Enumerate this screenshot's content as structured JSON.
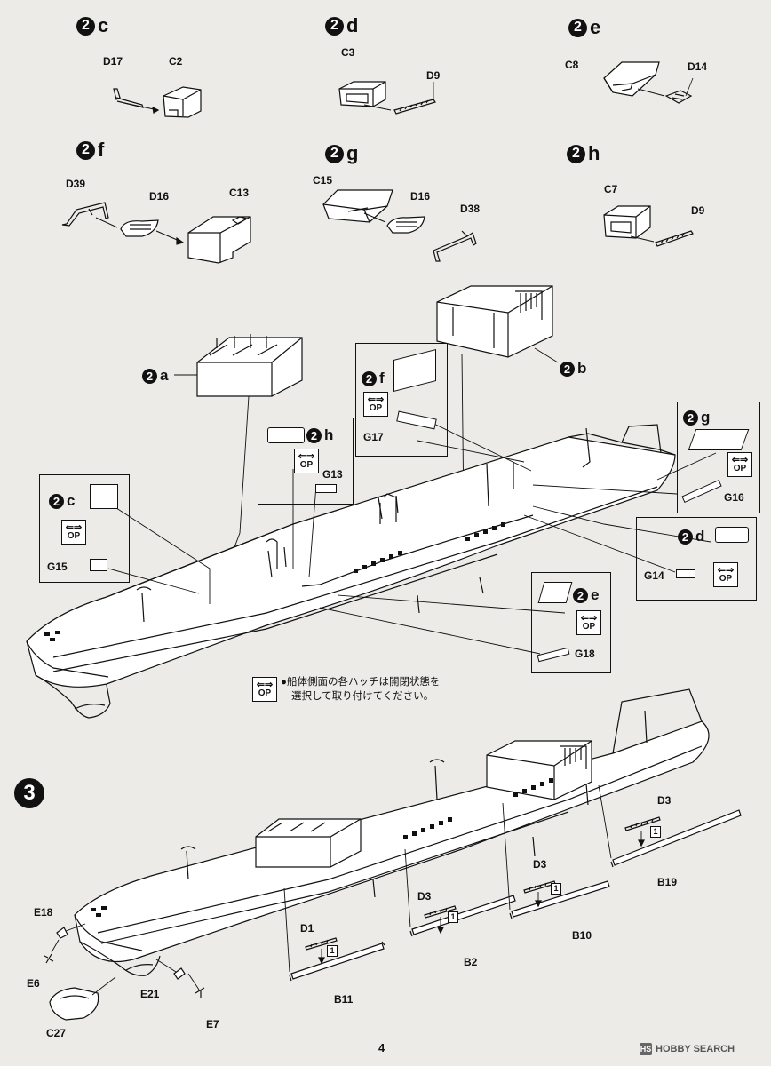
{
  "page_number": "4",
  "watermark": "HOBBY SEARCH",
  "note": {
    "line1": "●船体側面の各ハッチは開閉状態を",
    "line2": "選択して取り付けてください。"
  },
  "op_badge": "OP",
  "step_main": "3",
  "sub_steps": {
    "c": {
      "num": "2",
      "letter": "c"
    },
    "d": {
      "num": "2",
      "letter": "d"
    },
    "e": {
      "num": "2",
      "letter": "e"
    },
    "f": {
      "num": "2",
      "letter": "f"
    },
    "g": {
      "num": "2",
      "letter": "g"
    },
    "h": {
      "num": "2",
      "letter": "h"
    },
    "a": {
      "num": "2",
      "letter": "a"
    },
    "b": {
      "num": "2",
      "letter": "b"
    }
  },
  "parts": {
    "D17": "D17",
    "C2": "C2",
    "C3": "C3",
    "D9": "D9",
    "C8": "C8",
    "D14": "D14",
    "D39": "D39",
    "D16": "D16",
    "C13": "C13",
    "C15": "C15",
    "D38": "D38",
    "C7": "C7",
    "G17": "G17",
    "G13": "G13",
    "G15": "G15",
    "G16": "G16",
    "G14": "G14",
    "G18": "G18",
    "E18": "E18",
    "E6": "E6",
    "C27": "C27",
    "E21": "E21",
    "E7": "E7",
    "D1": "D1",
    "B11": "B11",
    "D3": "D3",
    "B2": "B2",
    "B10": "B10",
    "B19": "B19"
  },
  "qty": "1"
}
